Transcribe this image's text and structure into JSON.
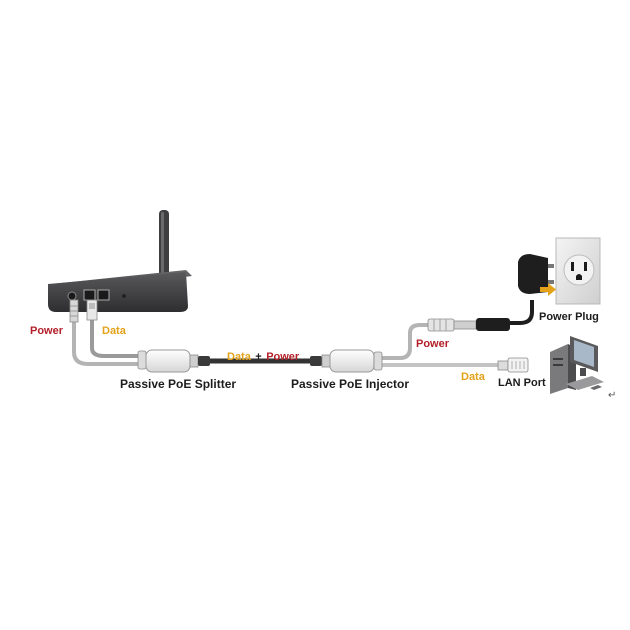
{
  "labels": {
    "power_left": "Power",
    "data_left": "Data",
    "splitter": "Passive PoE Splitter",
    "combined_data": "Data",
    "combined_plus": "+",
    "combined_power": "Power",
    "injector": "Passive PoE Injector",
    "power_right": "Power",
    "data_right": "Data",
    "power_plug": "Power Plug",
    "lan_port": "LAN Port"
  },
  "colors": {
    "power_label": "#b3202a",
    "data_label": "#e3a21a",
    "router_body": "#4a4a4c",
    "cable_gray": "#b4b4b4",
    "cable_dark": "#333333"
  },
  "icons": {
    "router": "wireless-router-icon",
    "splitter": "poe-splitter-icon",
    "injector": "poe-injector-icon",
    "plug": "power-plug-icon",
    "outlet": "wall-outlet-icon",
    "computer": "desktop-computer-icon",
    "arrow": "orange-arrow-icon"
  }
}
